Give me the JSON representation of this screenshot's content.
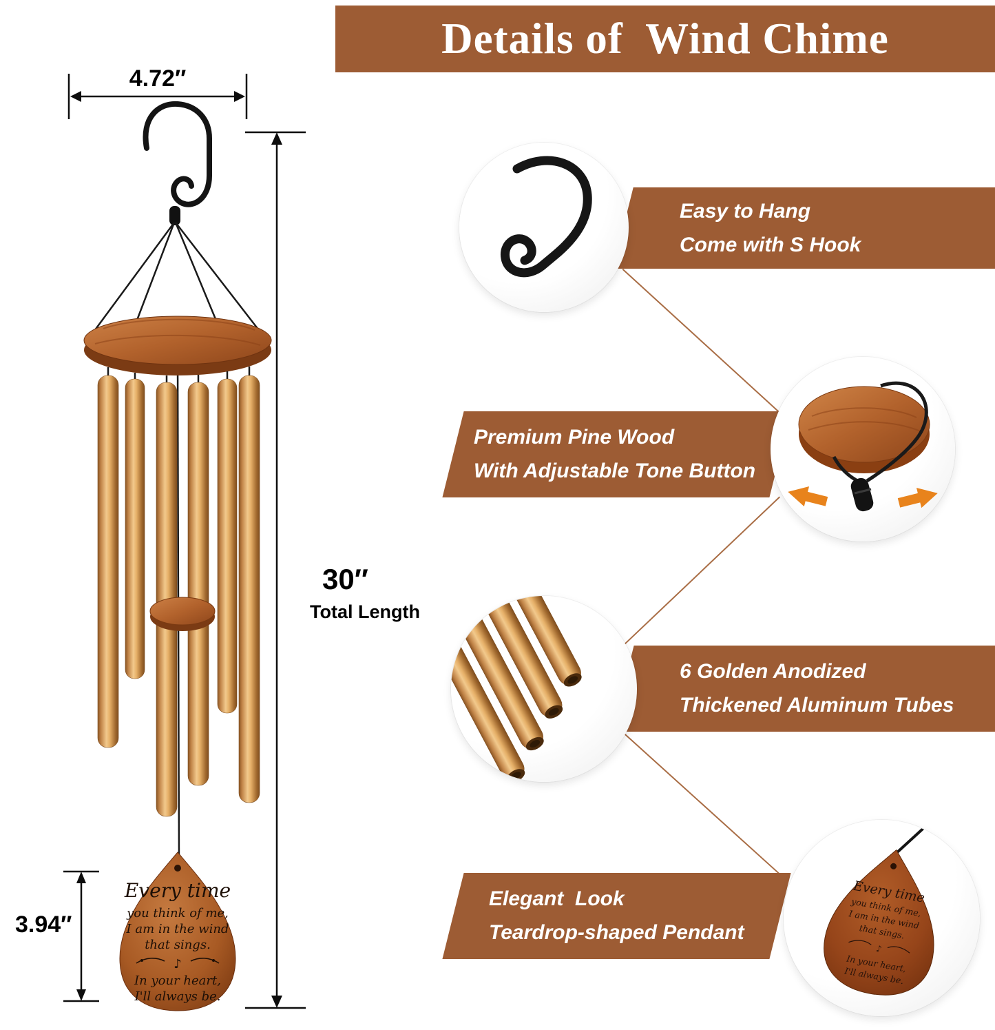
{
  "title": "Details of  Wind Chime",
  "colors": {
    "banner": "#9d5c34",
    "accent_arrow": "#e8831c",
    "tube_gold": "#e3ad67",
    "wood_brown": "#b2622c"
  },
  "dimensions": {
    "hanger_width": "4.72″",
    "total_length_value": "30″",
    "total_length_label": "Total Length",
    "pendant_height": "3.94″"
  },
  "pendant_text": {
    "line1": "Every time",
    "line2": "you think of me,",
    "line3": "I am in the wind",
    "line4": "that sings.",
    "note": "♪",
    "line5": "In your heart,",
    "line6": "I'll always be."
  },
  "features": [
    {
      "line1": "Easy to Hang",
      "line2": "Come with S Hook"
    },
    {
      "line1": "Premium Pine Wood",
      "line2": "With Adjustable Tone Button"
    },
    {
      "line1": "6 Golden Anodized",
      "line2": "Thickened Aluminum Tubes"
    },
    {
      "line1": "Elegant  Look",
      "line2": "Teardrop-shaped Pendant"
    }
  ]
}
